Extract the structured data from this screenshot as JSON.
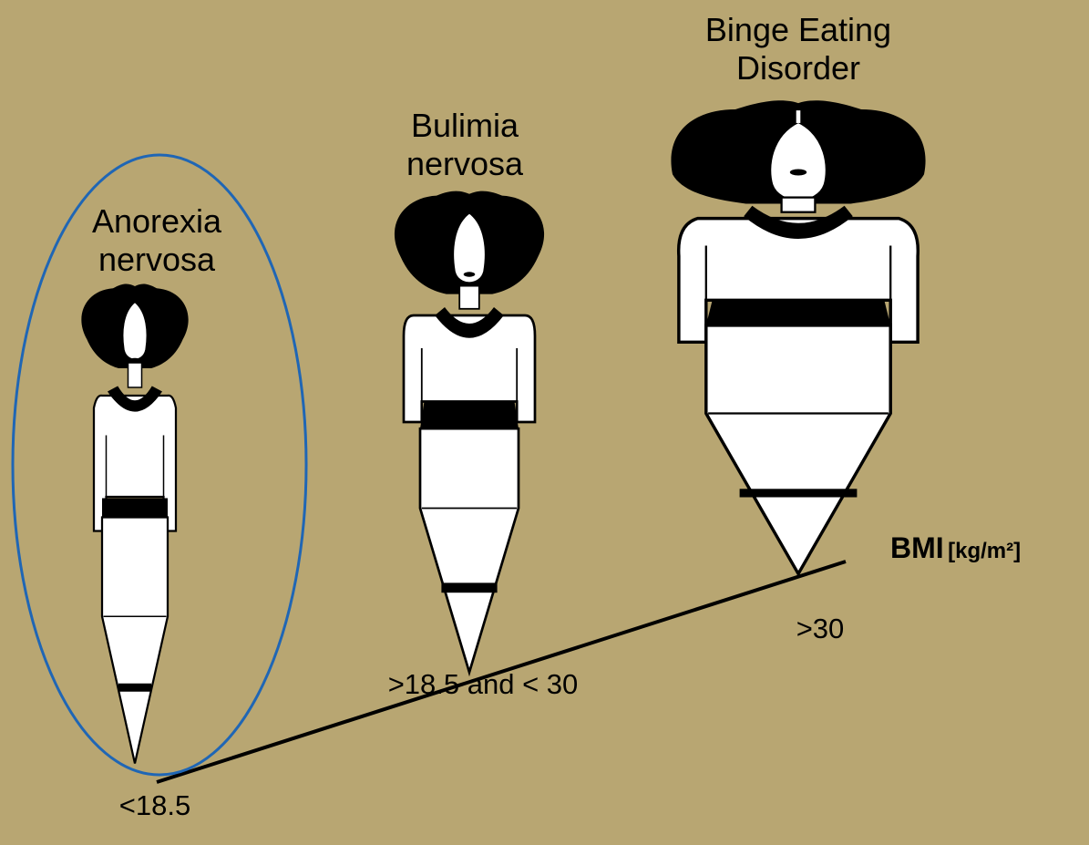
{
  "figures": [
    {
      "id": "anorexia",
      "label_lines": [
        "Anorexia",
        "nervosa"
      ],
      "bmi_label": "<18.5"
    },
    {
      "id": "bulimia",
      "label_lines": [
        "Bulimia",
        "nervosa"
      ],
      "bmi_label": ">18.5 and < 30"
    },
    {
      "id": "binge",
      "label_lines": [
        "Binge Eating",
        "Disorder"
      ],
      "bmi_label": ">30"
    }
  ],
  "axis": {
    "name": "BMI",
    "unit": "[kg/m²]"
  },
  "colors": {
    "background": "#b8a672",
    "highlight_ellipse": "#1f66b5",
    "figure_fill": "#ffffff",
    "figure_ink": "#000000"
  }
}
